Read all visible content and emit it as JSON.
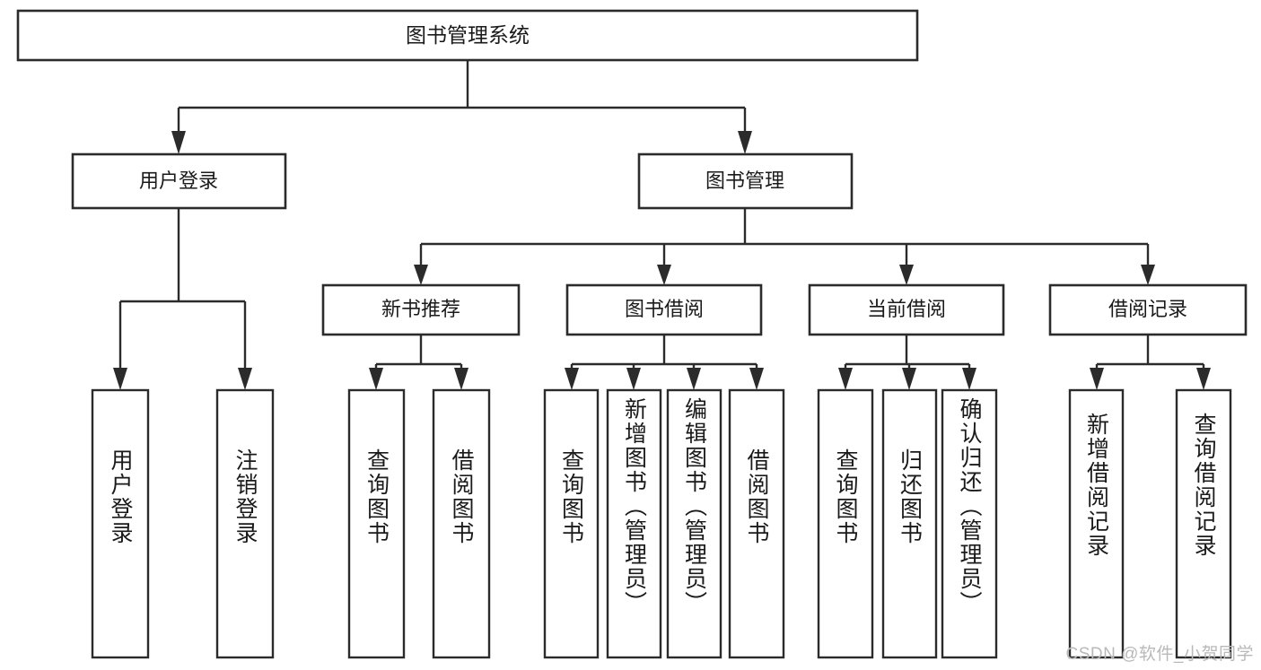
{
  "diagram": {
    "title": "图书管理系统",
    "type": "hierarchy-tree",
    "colors": {
      "box_stroke": "#2b2b2b",
      "box_fill": "#ffffff",
      "connector": "#2b2b2b",
      "text": "#1a1a1a",
      "watermark": "#b9b9b9",
      "background": "#ffffff"
    },
    "levels": {
      "root": {
        "label": "图书管理系统"
      },
      "level2": [
        {
          "label": "用户登录"
        },
        {
          "label": "图书管理"
        }
      ],
      "level3": [
        {
          "label": "新书推荐"
        },
        {
          "label": "图书借阅"
        },
        {
          "label": "当前借阅"
        },
        {
          "label": "借阅记录"
        }
      ],
      "leaves": [
        {
          "label": "用户登录",
          "parent": "用户登录"
        },
        {
          "label": "注销登录",
          "parent": "用户登录"
        },
        {
          "label": "查询图书",
          "parent": "新书推荐"
        },
        {
          "label": "借阅图书",
          "parent": "新书推荐"
        },
        {
          "label": "查询图书",
          "parent": "图书借阅"
        },
        {
          "label": "新增图书（管理员）",
          "parent": "图书借阅"
        },
        {
          "label": "编辑图书（管理员）",
          "parent": "图书借阅"
        },
        {
          "label": "借阅图书",
          "parent": "图书借阅"
        },
        {
          "label": "查询图书",
          "parent": "当前借阅"
        },
        {
          "label": "归还图书",
          "parent": "当前借阅"
        },
        {
          "label": "确认归还（管理员）",
          "parent": "当前借阅"
        },
        {
          "label": "新增借阅记录",
          "parent": "借阅记录"
        },
        {
          "label": "查询借阅记录",
          "parent": "借阅记录"
        }
      ]
    }
  },
  "watermark": {
    "text": "CSDN @软件_小贺同学"
  }
}
